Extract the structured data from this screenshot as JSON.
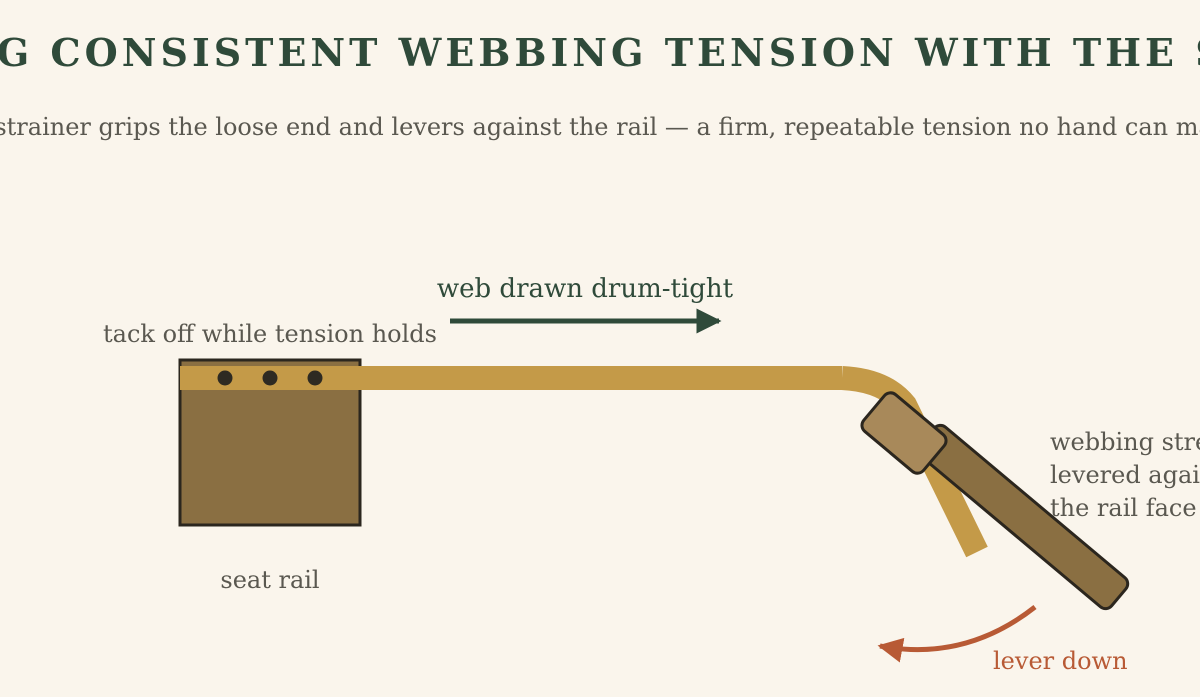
{
  "title": "STRETCHING CONSISTENT WEBBING TENSION WITH THE STRETCHER",
  "subtitle": "The strainer grips the loose end and levers against the rail — a firm, repeatable tension no hand can match.",
  "labels": {
    "tension_arrow": "web drawn drum-tight",
    "tack_note": "tack off while tension holds",
    "seat_rail": "seat rail",
    "stretcher_note_line1": "webbing stretcher",
    "stretcher_note_line2": "levered against",
    "stretcher_note_line3": "the rail face",
    "lever_arrow": "lever down"
  },
  "colors": {
    "background": "#faf5ec",
    "rail_fill": "#8a6f42",
    "webbing": "#c49a48",
    "tack": "#2e2a22",
    "stretcher_handle": "#8a6f42",
    "stretcher_head": "#a8895a",
    "outline": "#2b261e",
    "green_arrow": "#2f4a3a",
    "rust_arrow": "#b85a35"
  }
}
